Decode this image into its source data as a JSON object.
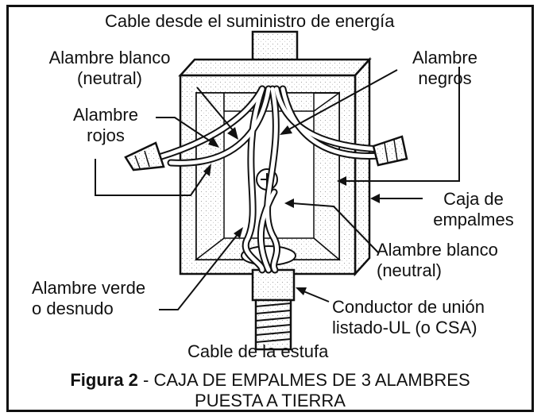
{
  "labels": {
    "top": "Cable desde el suministro de energía",
    "white_top_1": "Alambre blanco",
    "white_top_2": "(neutral)",
    "black_1": "Alambre",
    "black_2": "negros",
    "red_1": "Alambre",
    "red_2": "rojos",
    "box_1": "Caja de",
    "box_2": "empalmes",
    "white_bottom_1": "Alambre blanco",
    "white_bottom_2": "(neutral)",
    "green_1": "Alambre verde",
    "green_2": "o desnudo",
    "bond_1": "Conductor de unión",
    "bond_2": "listado-UL (o CSA)",
    "bottom": "Cable de la estufa"
  },
  "caption": {
    "bold": "Figura 2",
    "rest": " - CAJA DE EMPALMES DE 3 ALAMBRES",
    "line2": "PUESTA A TIERRA"
  }
}
